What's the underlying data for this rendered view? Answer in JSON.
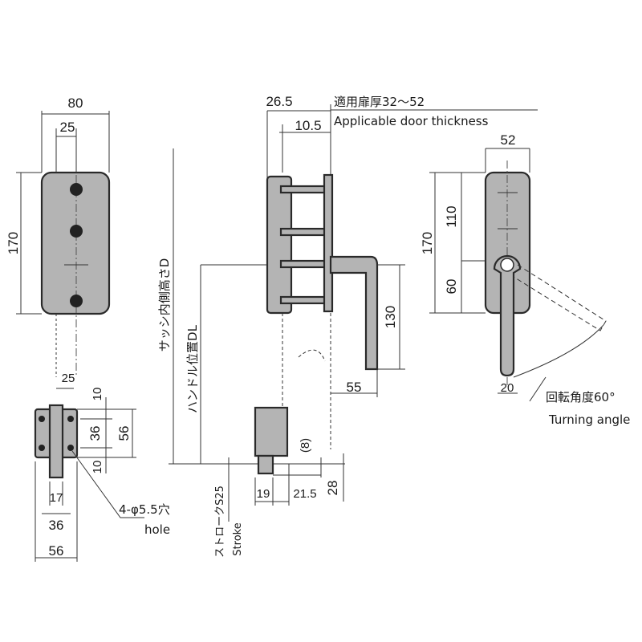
{
  "front_view": {
    "width": "80",
    "offset": "25",
    "height": "170"
  },
  "bottom_plate_view": {
    "offset": "25",
    "top_gap": "10",
    "inner_height": "36",
    "outer_height": "56",
    "bottom_gap": "10",
    "stem_width": "17",
    "hole_spacing": "36",
    "plate_width": "56",
    "hole_note": "4-φ5.5穴",
    "hole_note_en": "hole"
  },
  "side_view": {
    "depth": "26.5",
    "door_thickness": "適用扉厚32～52",
    "door_thickness_en": "Applicable door thickness",
    "depth_inner": "10.5",
    "sash_height": "サッシ内側高さD",
    "handle_position": "ハンドル位置DL",
    "handle_length": "130",
    "handle_offset": "55",
    "keeper_gap": "(8)",
    "keeper_width": "19",
    "keeper_offset": "21.5",
    "keeper_height": "28",
    "stroke": "ストロークS25",
    "stroke_en": "Stroke"
  },
  "rotation_view": {
    "width": "52",
    "total_height": "170",
    "upper_height": "110",
    "lower_height": "60",
    "handle_width": "20",
    "rotation_note": "回転角度60°",
    "rotation_note_en": "Turning angle"
  }
}
